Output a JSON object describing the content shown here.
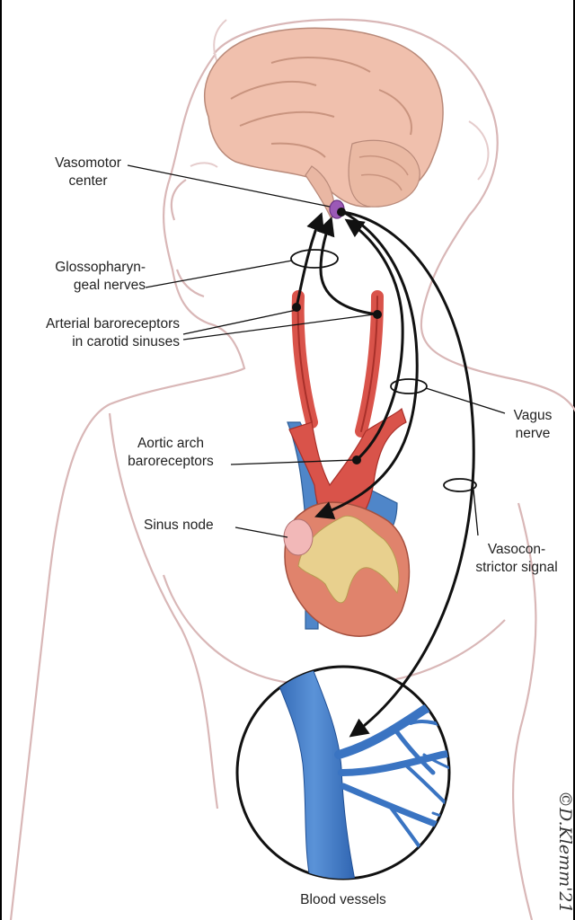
{
  "labels": {
    "vasomotor_l1": "Vasomotor",
    "vasomotor_l2": "center",
    "glosso_l1": "Glossopharyn-",
    "glosso_l2": "geal nerves",
    "arterial_l1": "Arterial baroreceptors",
    "arterial_l2": "in carotid sinuses",
    "aortic_l1": "Aortic arch",
    "aortic_l2": "baroreceptors",
    "sinus": "Sinus node",
    "vagus_l1": "Vagus",
    "vagus_l2": "nerve",
    "vasocon_l1": "Vasocon-",
    "vasocon_l2": "strictor signal",
    "blood_vessels": "Blood vessels"
  },
  "signature": "©D.Klemm'21",
  "colors": {
    "body_outline": "#d9b7b7",
    "brain": "#f0c0ad",
    "artery": "#d9534a",
    "vein": "#4f86c9",
    "heart": "#e0836c",
    "fat": "#e8d08e",
    "medulla": "#9b59b6",
    "nerve": "#111111"
  }
}
